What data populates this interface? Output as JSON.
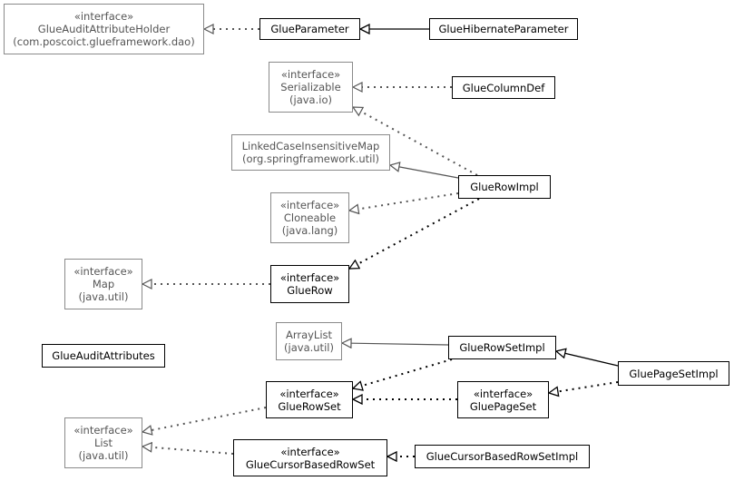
{
  "nodes": {
    "glue_audit_attribute_holder": {
      "stereotype": "«interface»",
      "name": "GlueAuditAttributeHolder",
      "package": "(com.poscoict.glueframework.dao)"
    },
    "glue_parameter": {
      "name": "GlueParameter"
    },
    "glue_hibernate_parameter": {
      "name": "GlueHibernateParameter"
    },
    "serializable": {
      "stereotype": "«interface»",
      "name": "Serializable",
      "package": "(java.io)"
    },
    "glue_column_def": {
      "name": "GlueColumnDef"
    },
    "linked_case_insensitive_map": {
      "name": "LinkedCaseInsensitiveMap",
      "package": "(org.springframework.util)"
    },
    "glue_row_impl": {
      "name": "GlueRowImpl"
    },
    "cloneable": {
      "stereotype": "«interface»",
      "name": "Cloneable",
      "package": "(java.lang)"
    },
    "map": {
      "stereotype": "«interface»",
      "name": "Map",
      "package": "(java.util)"
    },
    "glue_row": {
      "stereotype": "«interface»",
      "name": "GlueRow"
    },
    "array_list": {
      "name": "ArrayList",
      "package": "(java.util)"
    },
    "glue_row_set_impl": {
      "name": "GlueRowSetImpl"
    },
    "glue_audit_attributes": {
      "name": "GlueAuditAttributes"
    },
    "glue_page_set_impl": {
      "name": "GluePageSetImpl"
    },
    "glue_row_set": {
      "stereotype": "«interface»",
      "name": "GlueRowSet"
    },
    "glue_page_set": {
      "stereotype": "«interface»",
      "name": "GluePageSet"
    },
    "list": {
      "stereotype": "«interface»",
      "name": "List",
      "package": "(java.util)"
    },
    "glue_cursor_based_row_set": {
      "stereotype": "«interface»",
      "name": "GlueCursorBasedRowSet"
    },
    "glue_cursor_based_row_set_impl": {
      "name": "GlueCursorBasedRowSetImpl"
    }
  }
}
